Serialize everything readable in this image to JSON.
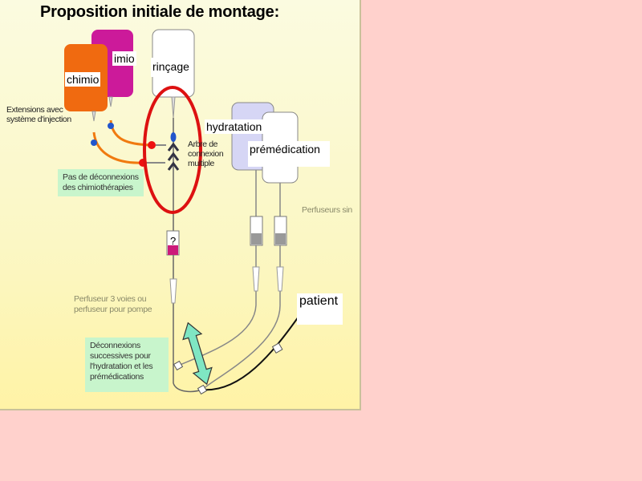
{
  "title": "Proposition initiale de montage:",
  "bags": {
    "chimio_front": "chimio",
    "chimio_back": "imio",
    "rincage": "rinçage",
    "hydratation": "hydratation",
    "premedication": "prémédication",
    "patient": "patient"
  },
  "labels": {
    "extensions": "Extensions avec\nsystème d'injection",
    "arbre": "Arbre de\nconnexion\nmultiple",
    "pas_deconnexions": "Pas de déconnexions\ndes chimiothérapies",
    "perfuseurs": "Perfuseurs sin",
    "perfuseur_3_voies": "Perfuseur 3 voies ou\nperfuseur pour pompe",
    "deconnexions": "Déconnexions\nsuccessives pour\nl'hydratation et les\nprémédications",
    "question": "?"
  },
  "colors": {
    "background": "#ffd1cc",
    "slide": "#fbf7c4",
    "chimio_front": "#f06a10",
    "chimio_back": "#cc1a9a",
    "hydratation": "#d6d6f5",
    "orange_line": "#f07a10",
    "highlight_ellipse": "#dd1111",
    "green_note": "#c8f5cc",
    "arrow": "#7fe6c3"
  }
}
